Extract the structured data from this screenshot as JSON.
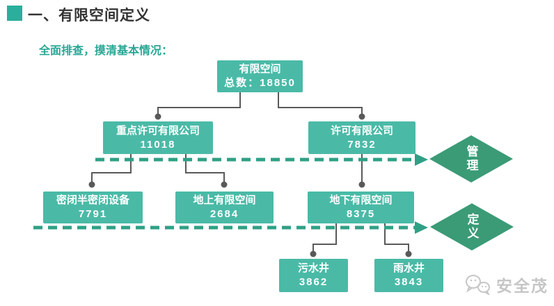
{
  "header": {
    "title": "一、有限空间定义",
    "subtitle": "全面排查，摸清基本情况："
  },
  "diagram": {
    "root": {
      "label": "有限空间",
      "value": "总数：18850"
    },
    "key_licensed": {
      "label": "重点许可有限公司",
      "value": "11018"
    },
    "licensed": {
      "label": "许可有限公司",
      "value": "7832"
    },
    "enclosed": {
      "label": "密闭半密闭设备",
      "value": "7791"
    },
    "above_ground": {
      "label": "地上有限空间",
      "value": "2684"
    },
    "underground": {
      "label": "地下有限空间",
      "value": "8375"
    },
    "sewage_well": {
      "label": "污水井",
      "value": "3862"
    },
    "rain_well": {
      "label": "雨水井",
      "value": "3843"
    },
    "diamond_manage": {
      "label": "管理"
    },
    "diamond_define": {
      "label": "定义"
    }
  },
  "watermark": {
    "brand": "安全茂"
  },
  "colors": {
    "node_teal": "#4ABAA7",
    "diamond_green": "#3B9B77",
    "dashed_arrow_teal": "#2FA085",
    "accent_teal": "#2BAE9B",
    "connector_gray": "#595959",
    "title_text": "#333333",
    "watermark_gray": "#C6C6C6"
  }
}
